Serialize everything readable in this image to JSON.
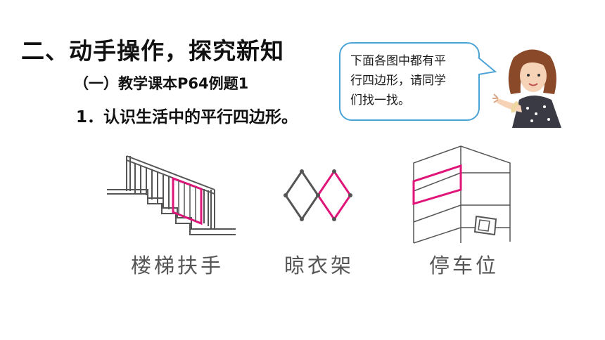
{
  "slide": {
    "heading": "二、动手操作，探究新知",
    "subheading": "（一）教学课本P64例题1",
    "point": "1．认识生活中的平行四边形。",
    "speech_bubble": {
      "line1": "下面各图中都有平",
      "line2": "行四边形，请同学",
      "line3": "们找一找。"
    },
    "figures": [
      {
        "caption": "楼梯扶手",
        "icon": "staircase-handrail-icon"
      },
      {
        "caption": "晾衣架",
        "icon": "folding-clothes-rack-icon"
      },
      {
        "caption": "停车位",
        "icon": "parking-space-icon"
      }
    ],
    "colors": {
      "highlight": "#e0157a",
      "bubble_border": "#4aa3d6",
      "line_art": "#555555"
    }
  }
}
